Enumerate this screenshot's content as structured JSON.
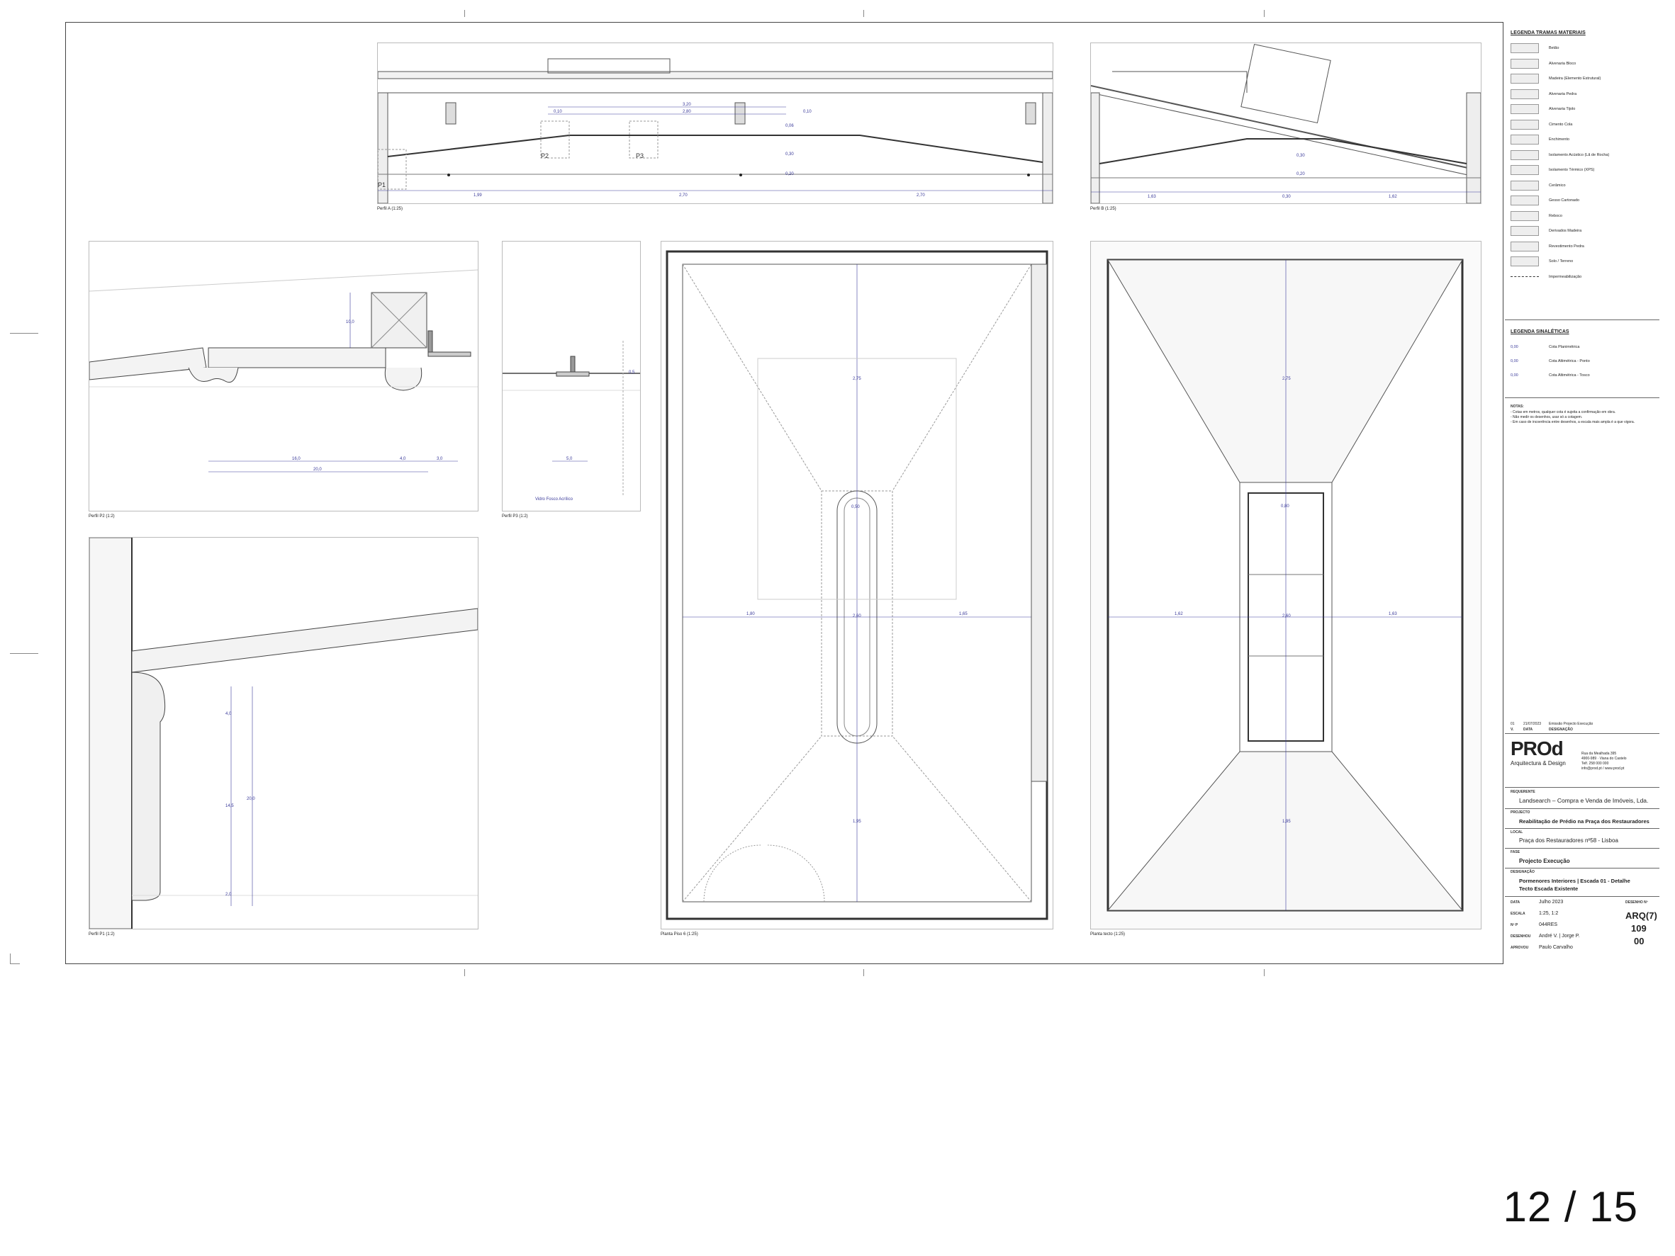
{
  "page_counter": "12 / 15",
  "views": {
    "perfil_a": "Perfil A (1:25)",
    "perfil_b": "Perfil B (1:25)",
    "perfil_p2": "Perfil P2 (1:2)",
    "perfil_p3": "Perfil P3 (1:2)",
    "perfil_p1": "Perfil P1 (1:2)",
    "planta_piso": "Planta Piso 6 (1:25)",
    "planta_tecto": "Planta tecto (1:25)"
  },
  "labels": {
    "p1": "P1",
    "p2": "P2",
    "p3": "P3",
    "vidro": "Vidro Fosco Acrílico"
  },
  "dims": {
    "a_top": "3,20",
    "a_mid": "2,80",
    "a_l": "0,10",
    "a_r": "0,10",
    "a_v1": "0,06",
    "a_v2": "0,30",
    "a_v3": "0,20",
    "a_b1": "1,99",
    "a_b2": "2,70",
    "a_b3": "2,70",
    "b_v1": "0,30",
    "b_v2": "0,20",
    "b_b1": "1,63",
    "b_b2": "0,30",
    "b_b3": "1,62",
    "p2_h": "10,0",
    "p2_w1": "16,0",
    "p2_w2": "4,0",
    "p2_w3": "3,0",
    "p2_w4": "20,0",
    "p3_w": "5,0",
    "p3_h": "0,5",
    "p1_a": "4,0",
    "p1_b": "14,5",
    "p1_c": "20,0",
    "p1_d": "2,0",
    "pl_a": "2,75",
    "pl_b": "0,50",
    "pl_c": "2,60",
    "pl_d": "1,95",
    "pl_e": "1,80",
    "pl_f": "1,65",
    "tc_a": "2,75",
    "tc_b": "0,80",
    "tc_c": "2,60",
    "tc_d": "1,95",
    "tc_e": "1,62",
    "tc_f": "1,63"
  },
  "legend_materials": {
    "title": "LEGENDA TRAMAS MATERIAIS",
    "items": [
      "Betão",
      "Alvenaria Bloco",
      "Madeira (Elemento Estrutural)",
      "Alvenaria Pedra",
      "Alvenaria Tijolo",
      "Cimento Cola",
      "Enchimento",
      "Isolamento Acústico (Lã de Rocha)",
      "Isolamento Térmico (XPS)",
      "Cerâmico",
      "Gesso Cartonado",
      "Reboco",
      "Derivados Madeira",
      "Revestimento Pedra",
      "Solo / Terreno",
      "Impermeabilização"
    ]
  },
  "legend_signs": {
    "title": "LEGENDA SINALÉTICAS",
    "items": [
      {
        "value": "0,00",
        "label": "Cota Planimétrica"
      },
      {
        "value": "0,00",
        "label": "Cota Altimétrica - Ponto"
      },
      {
        "value": "0,00",
        "label": "Cota Altimétrica - Tosco"
      }
    ]
  },
  "notes": {
    "title": "NOTAS:",
    "lines": [
      "- Cotas em metros, qualquer cota é sujeita a confirmação em obra.",
      "- Não medir os desenhos, usar só a cotagem.",
      "- Em caso de incoerência entre desenhos, a escala mais ampla é a que vigora."
    ]
  },
  "revision": {
    "num": "01",
    "date": "21/07/2023",
    "desc": "Emissão Projecto Execução",
    "h_v": "V.",
    "h_date": "DATA",
    "h_desc": "DESIGNAÇÃO"
  },
  "company": {
    "logo": "PROd",
    "subtitle": "Arquitectura & Design",
    "address": [
      "Rua da Mealhada 395",
      "4900-989 · Viana do Castelo",
      "Telf. 258 000 000",
      "info@prod.pt / www.prod.pt"
    ]
  },
  "titleblock": {
    "requerente_h": "REQUERENTE",
    "requerente": "Landsearch – Compra e Venda de Imóveis, Lda.",
    "projecto_h": "PROJECTO",
    "projecto": "Reabilitação de Prédio na Praça dos Restauradores",
    "local_h": "LOCAL",
    "local": "Praça dos Restauradores nº58 - Lisboa",
    "fase_h": "FASE",
    "fase": "Projecto Execução",
    "designacao_h": "DESIGNAÇÃO",
    "designacao_1": "Pormenores Interiores | Escada 01 - Detalhe",
    "designacao_2": "Tecto Escada Existente",
    "data_h": "DATA",
    "data": "Julho 2023",
    "escala_h": "ESCALA",
    "escala": "1:25, 1:2",
    "np_h": "Nº P",
    "np": "044RES",
    "desenhou_h": "DESENHOU",
    "desenhou": "André V. | Jorge P.",
    "aprovou_h": "APROVOU",
    "aprovou": "Paulo Carvalho",
    "desenho_h": "DESENHO Nº",
    "desenho_1": "ARQ(7)",
    "desenho_2": "109",
    "desenho_3": "00"
  }
}
